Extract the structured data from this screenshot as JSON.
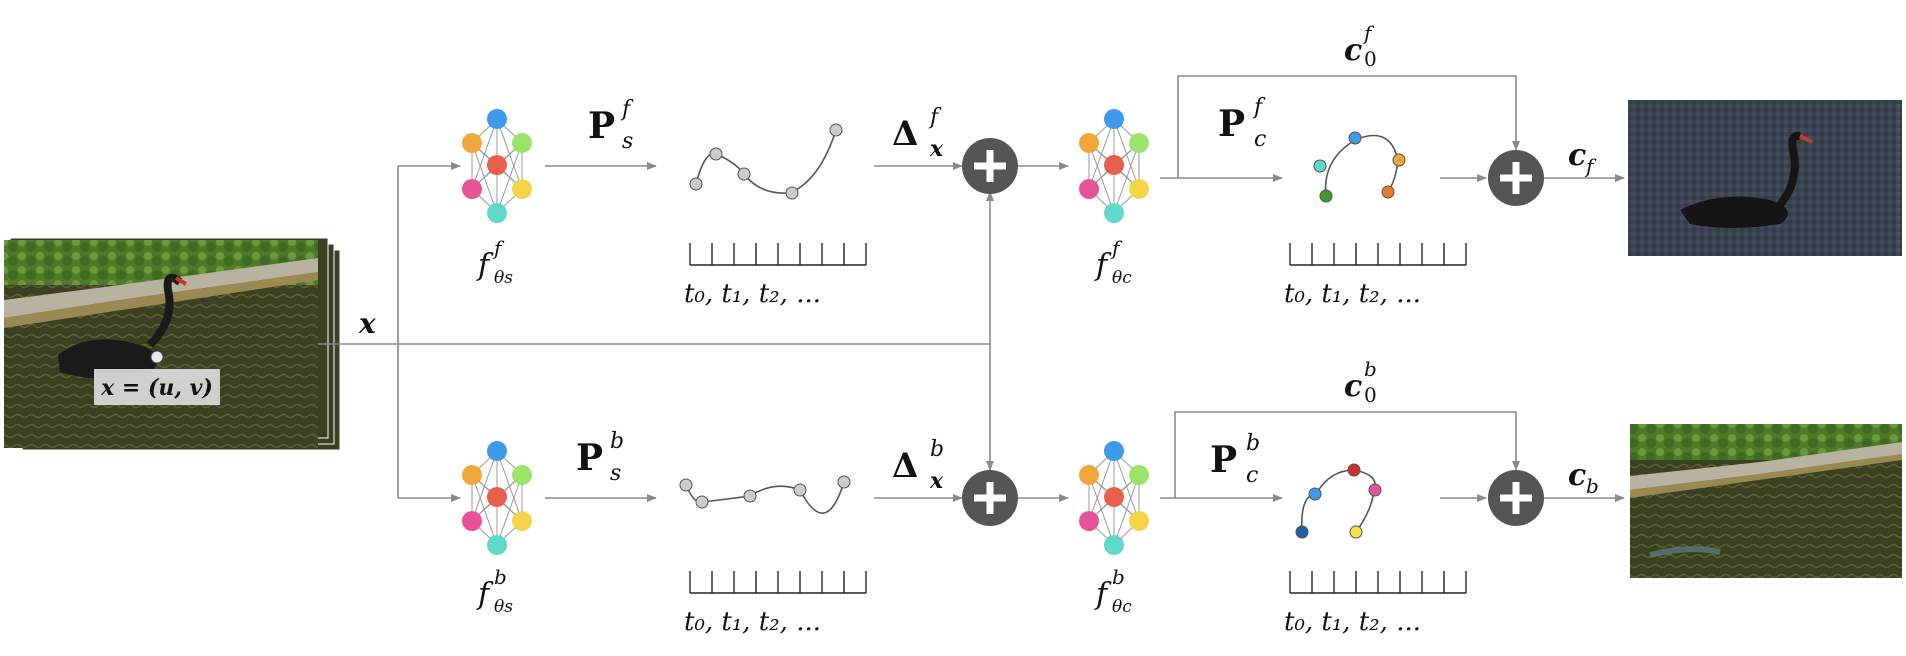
{
  "inputs": {
    "x_label": "x",
    "point_label": "x = (u, v)"
  },
  "branches": [
    {
      "id": "foreground",
      "mlp_s_label": "f",
      "mlp_s_sup": "f",
      "mlp_s_sub": "θs",
      "P_s": {
        "base": "P",
        "sup": "f",
        "sub": "s"
      },
      "delta": {
        "base": "Δ",
        "sup": "f",
        "sub": "x"
      },
      "mlp_c_label": "f",
      "mlp_c_sup": "f",
      "mlp_c_sub": "θc",
      "P_c": {
        "base": "P",
        "sup": "f",
        "sub": "c"
      },
      "c0": {
        "base": "c",
        "sup": "f",
        "sub": "0"
      },
      "out": {
        "base": "c",
        "sub": "f"
      },
      "time_label": "t₀, t₁, t₂, ...",
      "time_label_c": "t₀, t₁, t₂, ..."
    },
    {
      "id": "background",
      "mlp_s_label": "f",
      "mlp_s_sup": "b",
      "mlp_s_sub": "θs",
      "P_s": {
        "base": "P",
        "sup": "b",
        "sub": "s"
      },
      "delta": {
        "base": "Δ",
        "sup": "b",
        "sub": "x"
      },
      "mlp_c_label": "f",
      "mlp_c_sup": "b",
      "mlp_c_sub": "θc",
      "P_c": {
        "base": "P",
        "sup": "b",
        "sub": "c"
      },
      "c0": {
        "base": "c",
        "sup": "b",
        "sub": "0"
      },
      "out": {
        "base": "c",
        "sub": "b"
      },
      "time_label": "t₀, t₁, t₂, ...",
      "time_label_c": "t₀, t₁, t₂, ..."
    }
  ],
  "colors": {
    "plus_node": "#555555",
    "arrow": "#8a8a8a",
    "mlp_top": "#3d9be9",
    "mlp_left": "#f0a73c",
    "mlp_center": "#e8604c",
    "mlp_right": "#9be46a",
    "mlp_lower_left": "#e6539a",
    "mlp_lower_right": "#f5d44a",
    "mlp_bottom": "#5fd9c8",
    "control_point": "#cccccc"
  },
  "control_points_fg_color": [
    "#5ad8c8",
    "#3d9be9",
    "#f0a73c",
    "#3a9a2a",
    "#e87a2a"
  ],
  "control_points_bg_color": [
    "#1f5ea8",
    "#3d9be9",
    "#d0302a",
    "#e6539a",
    "#f5e24a"
  ]
}
